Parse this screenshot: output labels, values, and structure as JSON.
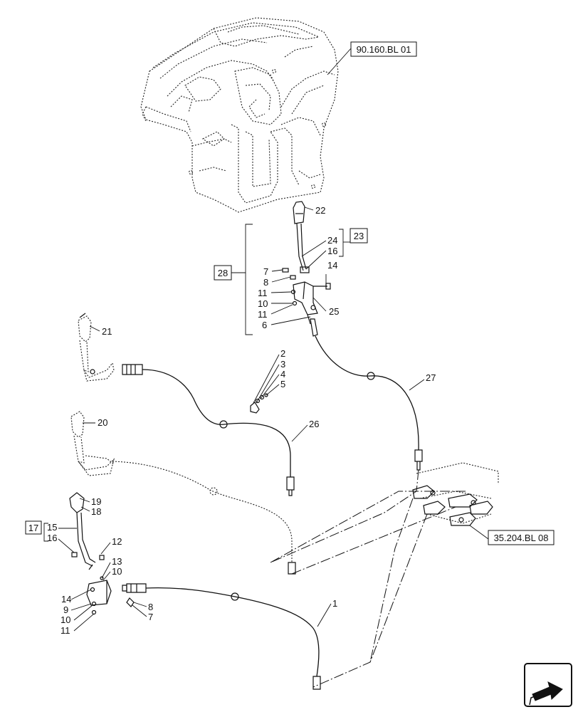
{
  "diagram": {
    "references": {
      "ref_90160": "90.160.BL 01",
      "ref_35204": "35.204.BL 08"
    },
    "group_boxes": {
      "box_28": "28",
      "box_23": "23",
      "box_17": "17"
    },
    "callouts": {
      "c1": "1",
      "c2": "2",
      "c3": "3",
      "c4": "4",
      "c5": "5",
      "c6": "6",
      "c7a": "7",
      "c7b": "7",
      "c8a": "8",
      "c8b": "8",
      "c9": "9",
      "c10a": "10",
      "c10b": "10",
      "c10c": "10",
      "c11a": "11",
      "c11b": "11",
      "c11c": "11",
      "c12": "12",
      "c13": "13",
      "c14a": "14",
      "c14b": "14",
      "c15": "15",
      "c16a": "16",
      "c16b": "16",
      "c18": "18",
      "c19": "19",
      "c20": "20",
      "c21": "21",
      "c22": "22",
      "c24": "24",
      "c25": "25",
      "c26": "26",
      "c27": "27"
    },
    "icons": {
      "nav": "arrow-navigation-icon"
    }
  }
}
